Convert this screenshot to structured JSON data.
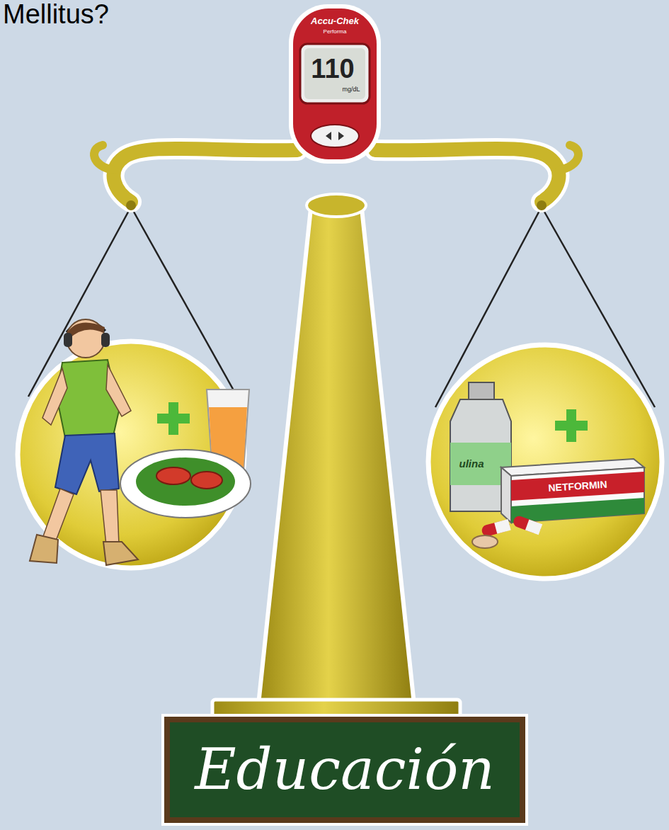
{
  "diagram": {
    "title": "Mellitus?",
    "nodes": [
      {
        "text": [
          "Educación"
        ]
      }
    ],
    "labels": [
      "Accu-Chek",
      "Performa",
      "110",
      "mg/dL",
      "ulina",
      "NETFORMIN"
    ]
  }
}
